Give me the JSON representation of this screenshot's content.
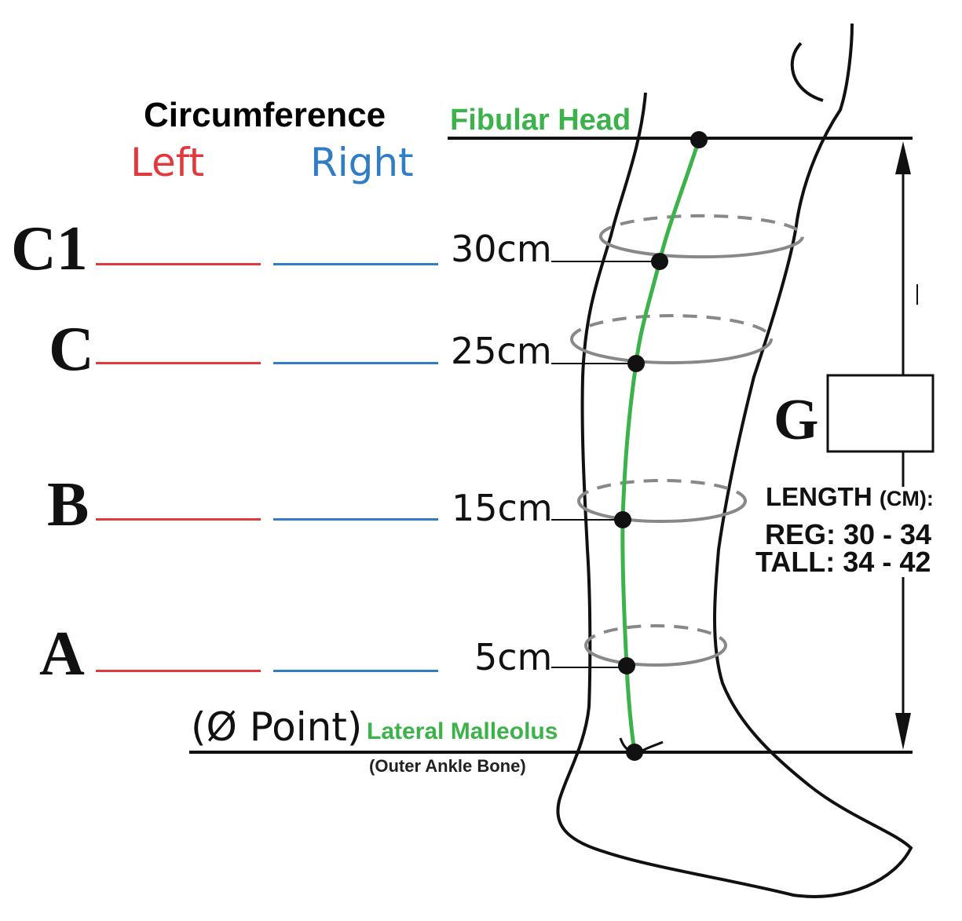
{
  "header": {
    "title": "Circumference",
    "left_label": "Left",
    "right_label": "Right",
    "left_color": "#e03a3e",
    "right_color": "#2f7dc4"
  },
  "rows": [
    {
      "label": "C1",
      "distance": "30cm"
    },
    {
      "label": "C",
      "distance": "25cm"
    },
    {
      "label": "B",
      "distance": "15cm"
    },
    {
      "label": "A",
      "distance": "5cm"
    }
  ],
  "landmarks": {
    "top": "Fibular Head",
    "zero_point": "(Ø Point)",
    "bottom": "Lateral Malleolus",
    "bottom_note": "(Outer Ankle Bone)",
    "landmark_color": "#3cb34a"
  },
  "length": {
    "label": "G",
    "title": "LENGTH",
    "unit": "(CM):",
    "regular": "REG: 30 - 34",
    "tall": "TALL: 34 - 42"
  }
}
